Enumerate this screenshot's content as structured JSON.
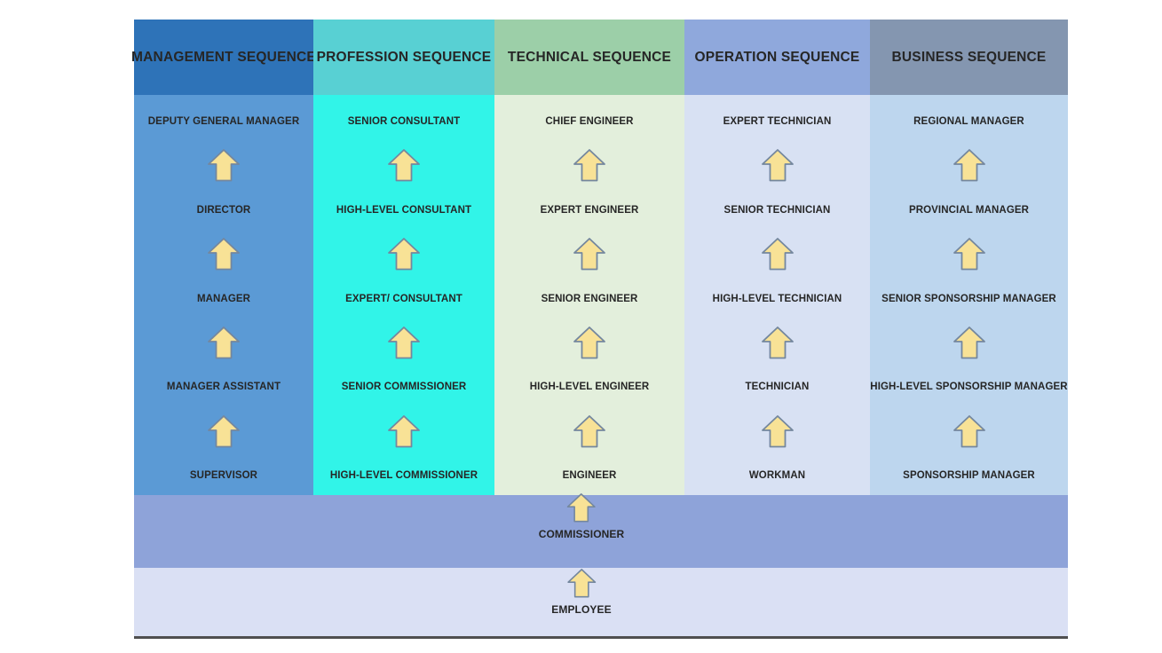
{
  "diagram": {
    "title": "job-sequence-progression",
    "text_color": "#262626",
    "bottom_line_color": "#4f4f4f",
    "arrow": {
      "icon": "up-arrow-icon",
      "fill": "#f8e296",
      "stroke": "#74879e"
    },
    "columns": [
      {
        "title": "MANAGEMENT SEQUENCE",
        "header_color": "#2e73b8",
        "body_color": "#5b9ad5",
        "roles": [
          "DEPUTY GENERAL MANAGER",
          "DIRECTOR",
          "MANAGER",
          "MANAGER ASSISTANT",
          "SUPERVISOR"
        ]
      },
      {
        "title": "PROFESSION SEQUENCE",
        "header_color": "#58d0d3",
        "body_color": "#31f4e8",
        "roles": [
          "SENIOR CONSULTANT",
          "HIGH-LEVEL CONSULTANT",
          "EXPERT/ CONSULTANT",
          "SENIOR COMMISSIONER",
          "HIGH-LEVEL COMMISSIONER"
        ]
      },
      {
        "title": "TECHNICAL SEQUENCE",
        "header_color": "#9ccfa8",
        "body_color": "#e3efdc",
        "roles": [
          "CHIEF ENGINEER",
          "EXPERT ENGINEER",
          "SENIOR ENGINEER",
          "HIGH-LEVEL ENGINEER",
          "ENGINEER"
        ]
      },
      {
        "title": "OPERATION SEQUENCE",
        "header_color": "#8fa8dc",
        "body_color": "#d8e1f3",
        "roles": [
          "EXPERT TECHNICIAN",
          "SENIOR TECHNICIAN",
          "HIGH-LEVEL TECHNICIAN",
          "TECHNICIAN",
          "WORKMAN"
        ]
      },
      {
        "title": "BUSINESS SEQUENCE",
        "header_color": "#8496b0",
        "body_color": "#bdd6ee",
        "roles": [
          "REGIONAL MANAGER",
          "PROVINCIAL MANAGER",
          "SENIOR SPONSORSHIP MANAGER",
          "HIGH-LEVEL SPONSORSHIP MANAGER",
          "SPONSORSHIP MANAGER"
        ]
      }
    ],
    "base_levels": [
      {
        "label": "COMMISSIONER",
        "band_color": "#8ea3d9"
      },
      {
        "label": "EMPLOYEE",
        "band_color": "#dae0f4"
      }
    ]
  }
}
